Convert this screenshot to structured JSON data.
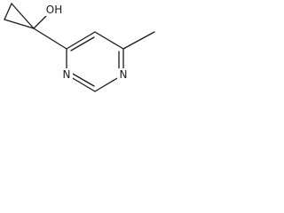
{
  "molecule": {
    "atoms": {
      "hydroxyl": "OH",
      "ring_nitrogen_1": "N",
      "ring_nitrogen_2": "N"
    }
  }
}
